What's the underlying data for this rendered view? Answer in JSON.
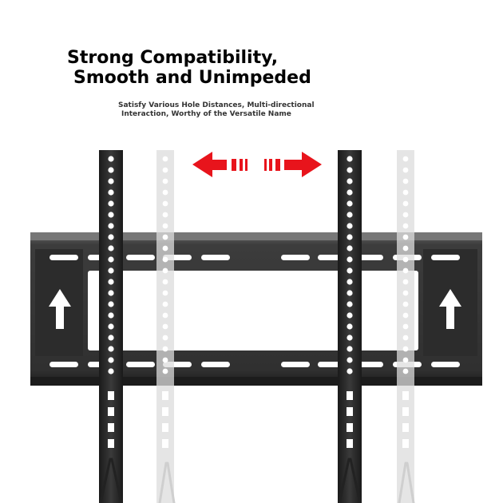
{
  "headline": {
    "line1": "Strong Compatibility,",
    "line2": "Smooth and Unimpeded"
  },
  "subtitle": {
    "line1": "Satisfy Various Hole Distances, Multi-directional",
    "line2": "Interaction, Worthy of the Versatile Name"
  },
  "colors": {
    "bracket": "#2a2a2a",
    "ghost_bracket": "#d9d9d9",
    "arrow_red": "#e8141c",
    "plate": "#3a3a3a"
  },
  "icons": [
    "double-arrow-red-icon",
    "up-arrow-icon"
  ]
}
